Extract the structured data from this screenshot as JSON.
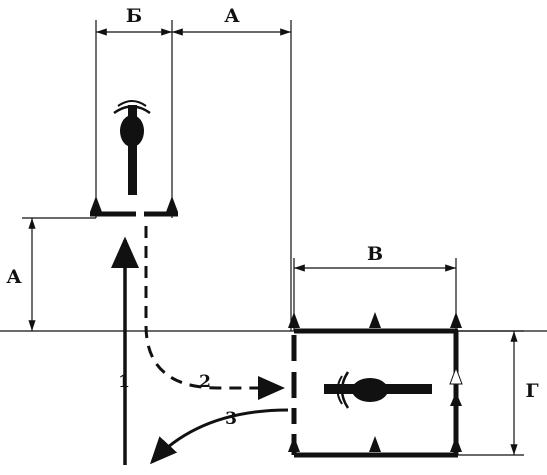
{
  "labels": {
    "dim_b_top": "Б",
    "dim_a_top": "А",
    "dim_a_left": "А",
    "dim_v": "В",
    "dim_g": "Г"
  },
  "routes": [
    {
      "id": "1",
      "label": "1",
      "style": "solid"
    },
    {
      "id": "2",
      "label": "2",
      "style": "dashed"
    },
    {
      "id": "3",
      "label": "3",
      "style": "solid"
    }
  ],
  "colors": {
    "ink": "#111111",
    "background": "#ffffff"
  },
  "icons": [
    "motorcycle-icon",
    "cone-marker-icon",
    "arrow-icon"
  ]
}
